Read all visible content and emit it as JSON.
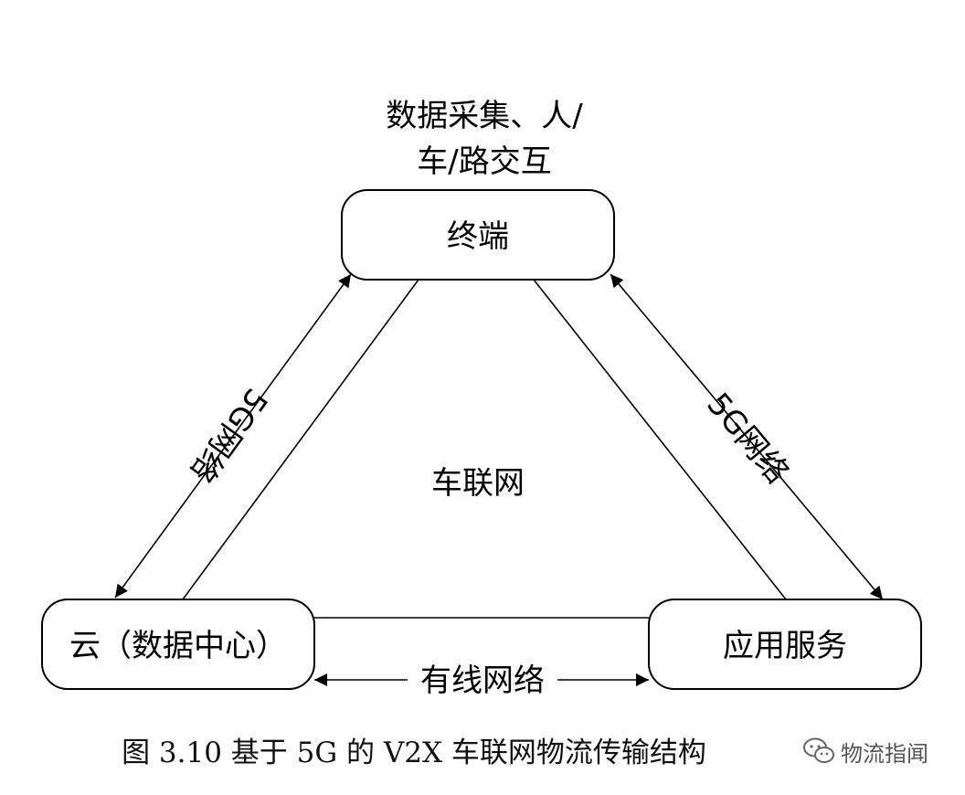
{
  "top_note": {
    "line1": "数据采集、人/",
    "line2": "车/路交互"
  },
  "nodes": {
    "terminal": "终端",
    "cloud": "云（数据中心）",
    "application": "应用服务"
  },
  "center_label": "车联网",
  "edges": {
    "left": "5G网络",
    "right": "5G网络",
    "bottom": "有线网络"
  },
  "caption": "图 3.10 基于 5G 的 V2X 车联网物流传输结构",
  "watermark": {
    "text": "物流指闻",
    "icon": "wechat-icon"
  },
  "colors": {
    "stroke": "#000000",
    "background": "#ffffff"
  }
}
